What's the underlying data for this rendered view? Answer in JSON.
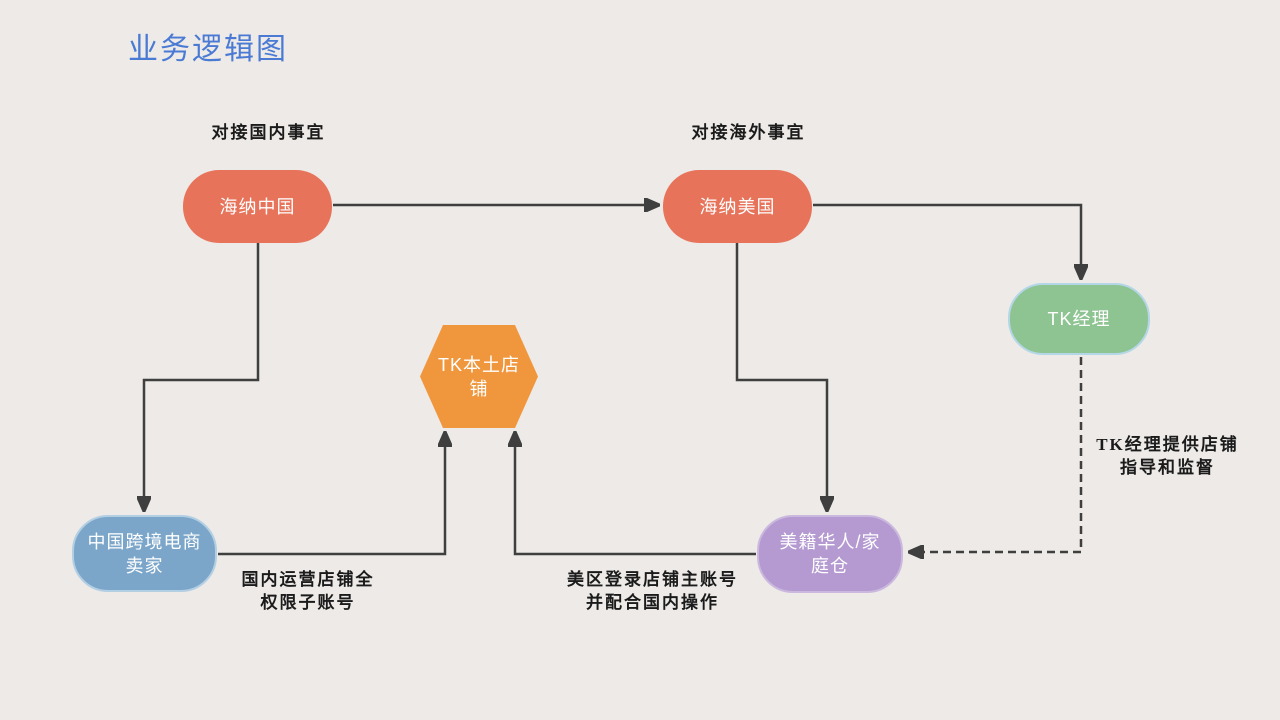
{
  "title": "业务逻辑图",
  "colors": {
    "bg": "#edeae7",
    "title-color": "#4a7ad4",
    "salmon": "#e7735a",
    "green": "#8ec392",
    "green-border": "#b3d7e6",
    "orange": "#f0973d",
    "blue": "#7ba6c9",
    "blue-border": "#b3cfe3",
    "purple": "#b49ad0",
    "purple-border": "#cbb8de",
    "connector": "#3f3f3f",
    "note-text": "#1b1b1b"
  },
  "nodes": {
    "haina_china": {
      "label": "海纳中国"
    },
    "haina_usa": {
      "label": "海纳美国"
    },
    "tk_manager": {
      "label": "TK经理"
    },
    "tk_store": {
      "lines": [
        "TK本土店",
        "铺"
      ]
    },
    "china_seller": {
      "lines": [
        "中国跨境电商",
        "卖家"
      ]
    },
    "us_family": {
      "lines": [
        "美籍华人/家",
        "庭仓"
      ]
    }
  },
  "annotations": {
    "domestic": "对接国内事宜",
    "overseas": "对接海外事宜",
    "guidance": {
      "lines": [
        "TK经理提供店铺",
        "指导和监督"
      ]
    },
    "sub_account": {
      "lines": [
        "国内运营店铺全",
        "权限子账号"
      ]
    },
    "main_account": {
      "lines": [
        "美区登录店铺主账号",
        "并配合国内操作"
      ]
    }
  }
}
